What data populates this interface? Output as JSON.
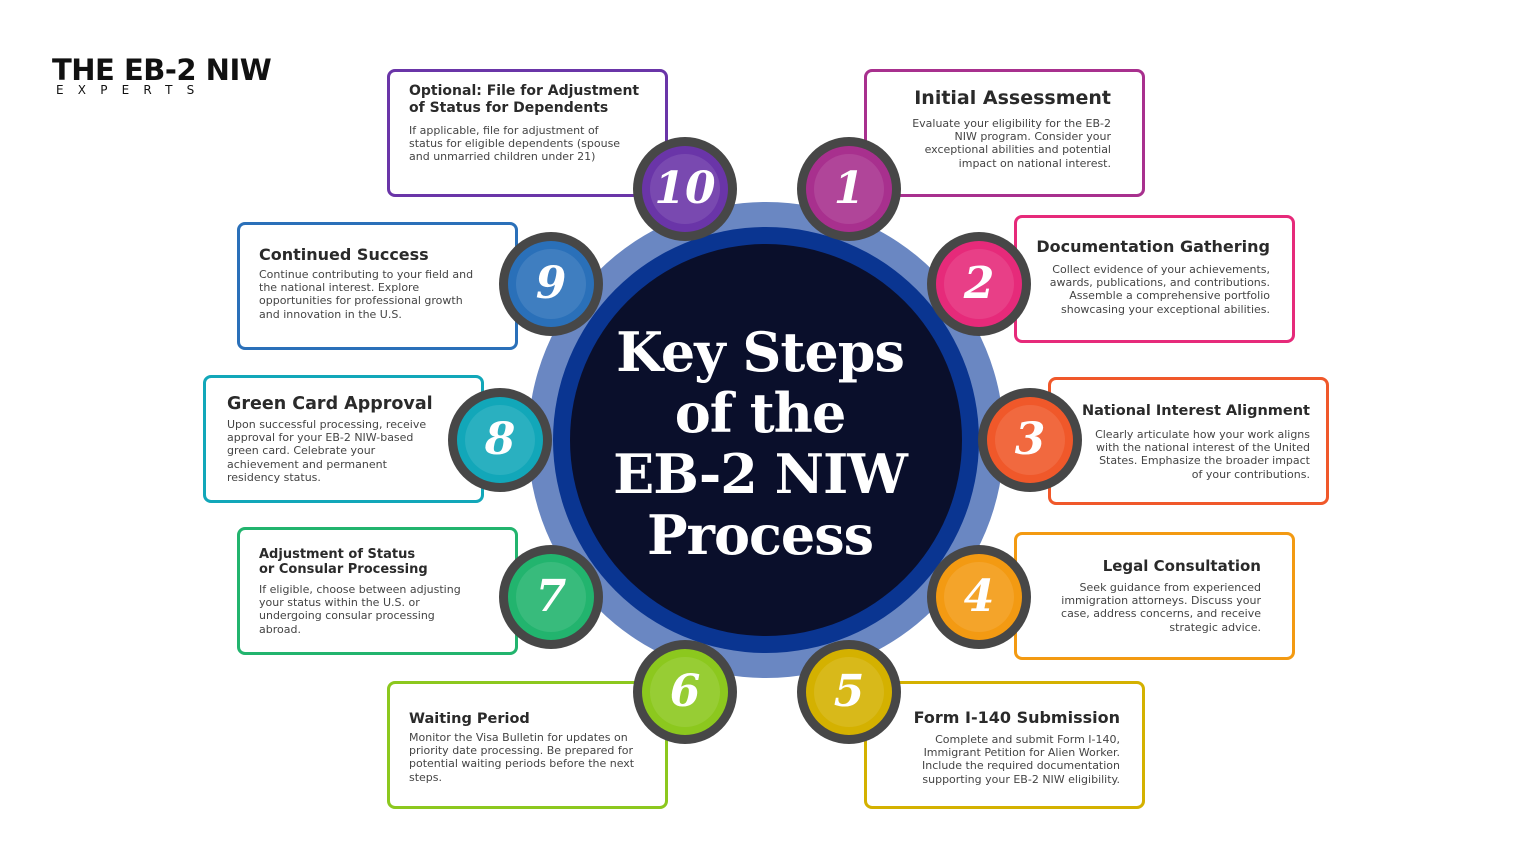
{
  "logo": {
    "main": "THE EB-2 NIW",
    "sub": "EXPERTS"
  },
  "hub": {
    "title_lines": [
      "Key Steps",
      "of the",
      "EB-2 NIW",
      "Process"
    ]
  },
  "steps": [
    {
      "number": "1",
      "title": "Initial Assessment",
      "description": "Evaluate your eligibility for the EB-2 NIW program. Consider your exceptional abilities and potential impact on national interest.",
      "color": "#a8308e"
    },
    {
      "number": "2",
      "title": "Documentation Gathering",
      "description": "Collect evidence of your achievements, awards, publications, and contributions. Assemble a comprehensive portfolio showcasing your exceptional abilities.",
      "color": "#e62a7a"
    },
    {
      "number": "3",
      "title": "National Interest Alignment",
      "description": "Clearly articulate how your work aligns with the national interest of the United States. Emphasize the broader impact of your contributions.",
      "color": "#f0582a"
    },
    {
      "number": "4",
      "title": "Legal Consultation",
      "description": "Seek guidance from experienced immigration attorneys. Discuss your case, address concerns, and receive strategic advice.",
      "color": "#f39a12"
    },
    {
      "number": "5",
      "title": "Form I-140 Submission",
      "description": "Complete and submit Form I-140, Immigrant Petition for Alien Worker. Include the required documentation supporting your EB-2 NIW eligibility.",
      "color": "#d4b100"
    },
    {
      "number": "6",
      "title": "Waiting Period",
      "description": "Monitor the Visa Bulletin for updates on priority date processing. Be prepared for potential waiting periods before the next steps.",
      "color": "#8cc81e"
    },
    {
      "number": "7",
      "title": "Adjustment of Status or Consular Processing",
      "description": "If eligible, choose between adjusting your status within the U.S. or undergoing consular processing abroad.",
      "color": "#22b46e"
    },
    {
      "number": "8",
      "title": "Green Card Approval",
      "description": "Upon successful processing, receive approval for your EB-2 NIW-based green card. Celebrate your achievement and permanent residency status.",
      "color": "#12a7b9"
    },
    {
      "number": "9",
      "title": "Continued Success",
      "description": "Continue contributing to your field and the national interest. Explore opportunities for professional growth and innovation in the U.S.",
      "color": "#2a70b9"
    },
    {
      "number": "10",
      "title": "Optional: File for Adjustment of Status for Dependents",
      "description": "If applicable, file for adjustment of status for eligible dependents (spouse and unmarried children under 21)",
      "color": "#6a35a8"
    }
  ]
}
